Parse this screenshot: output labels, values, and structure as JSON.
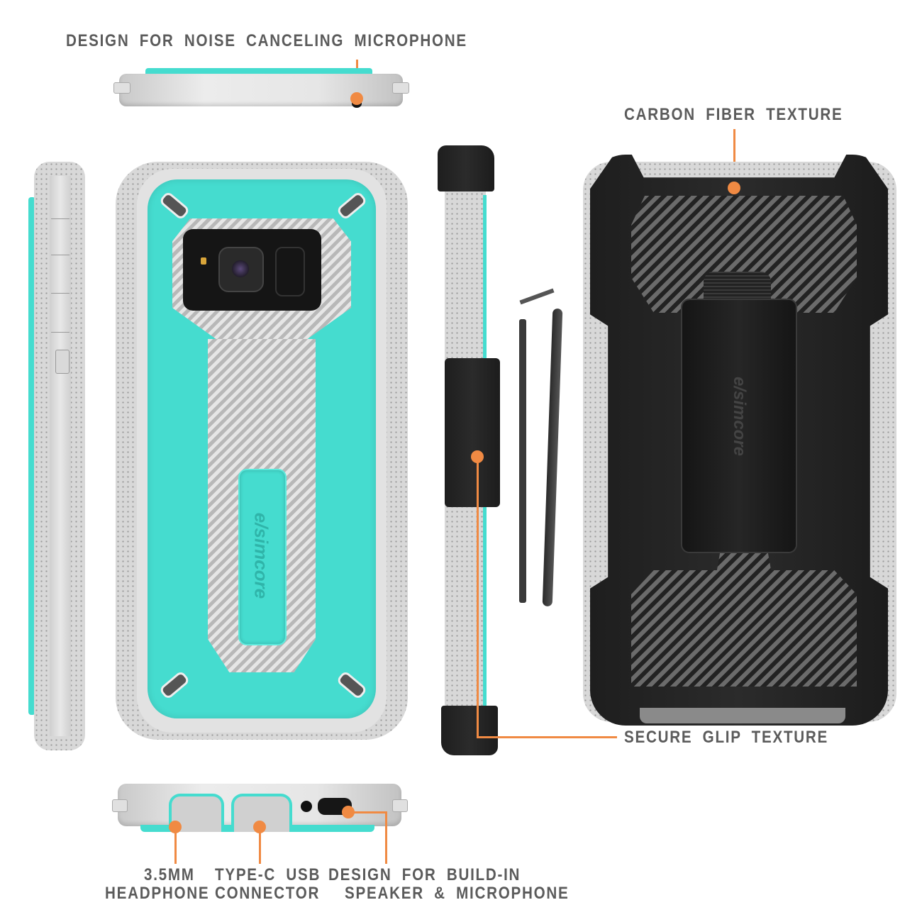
{
  "labels": {
    "noise_mic": "DESIGN FOR NOISE CANCELING MICROPHONE",
    "carbon_fiber": "CARBON FIBER TEXTURE",
    "secure_grip": "SECURE GLIP TEXTURE",
    "headphone_line1": "3.5MM",
    "headphone_line2": "HEADPHONE",
    "typec_line1": "TYPE-C USB",
    "typec_line2": "CONNECTOR",
    "speaker_line1": "DESIGN FOR BUILD-IN",
    "speaker_line2": "SPEAKER & MICROPHONE"
  },
  "brand": {
    "logo_text": "e/simcore"
  },
  "colors": {
    "accent_teal": "#45dccf",
    "callout_orange": "#f08a43",
    "label_grey": "#5b5b5b",
    "case_white": "#e6e6e6",
    "holster_black": "#222222"
  }
}
